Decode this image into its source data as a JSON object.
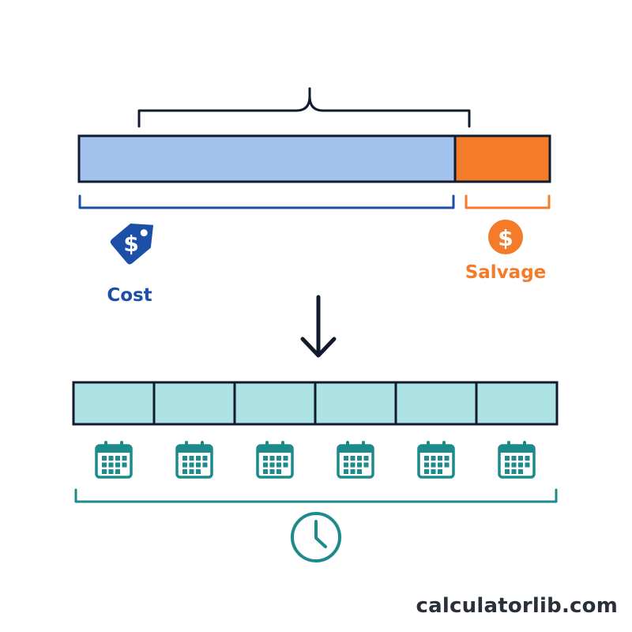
{
  "labels": {
    "cost": "Cost",
    "salvage": "Salvage",
    "dollar_sign": "$"
  },
  "watermark": "calculatorlib.com",
  "periods": [
    {
      "name": "period-1"
    },
    {
      "name": "period-2"
    },
    {
      "name": "period-3"
    },
    {
      "name": "period-4"
    },
    {
      "name": "period-5"
    },
    {
      "name": "period-6"
    }
  ],
  "icons": {
    "cost": "price-tag-icon",
    "salvage": "dollar-coin-icon",
    "arrow": "arrow-down-icon",
    "period": "calendar-icon",
    "time": "clock-icon"
  },
  "colors": {
    "outline": "#111b2e",
    "cost_fill": "#a3c3ee",
    "cost_accent": "#1b4fa8",
    "salvage_fill": "#f47b2a",
    "salvage_accent": "#f47b2a",
    "period_fill": "#aee3e6",
    "period_accent": "#1d8a8c",
    "watermark": "#2a3038"
  }
}
